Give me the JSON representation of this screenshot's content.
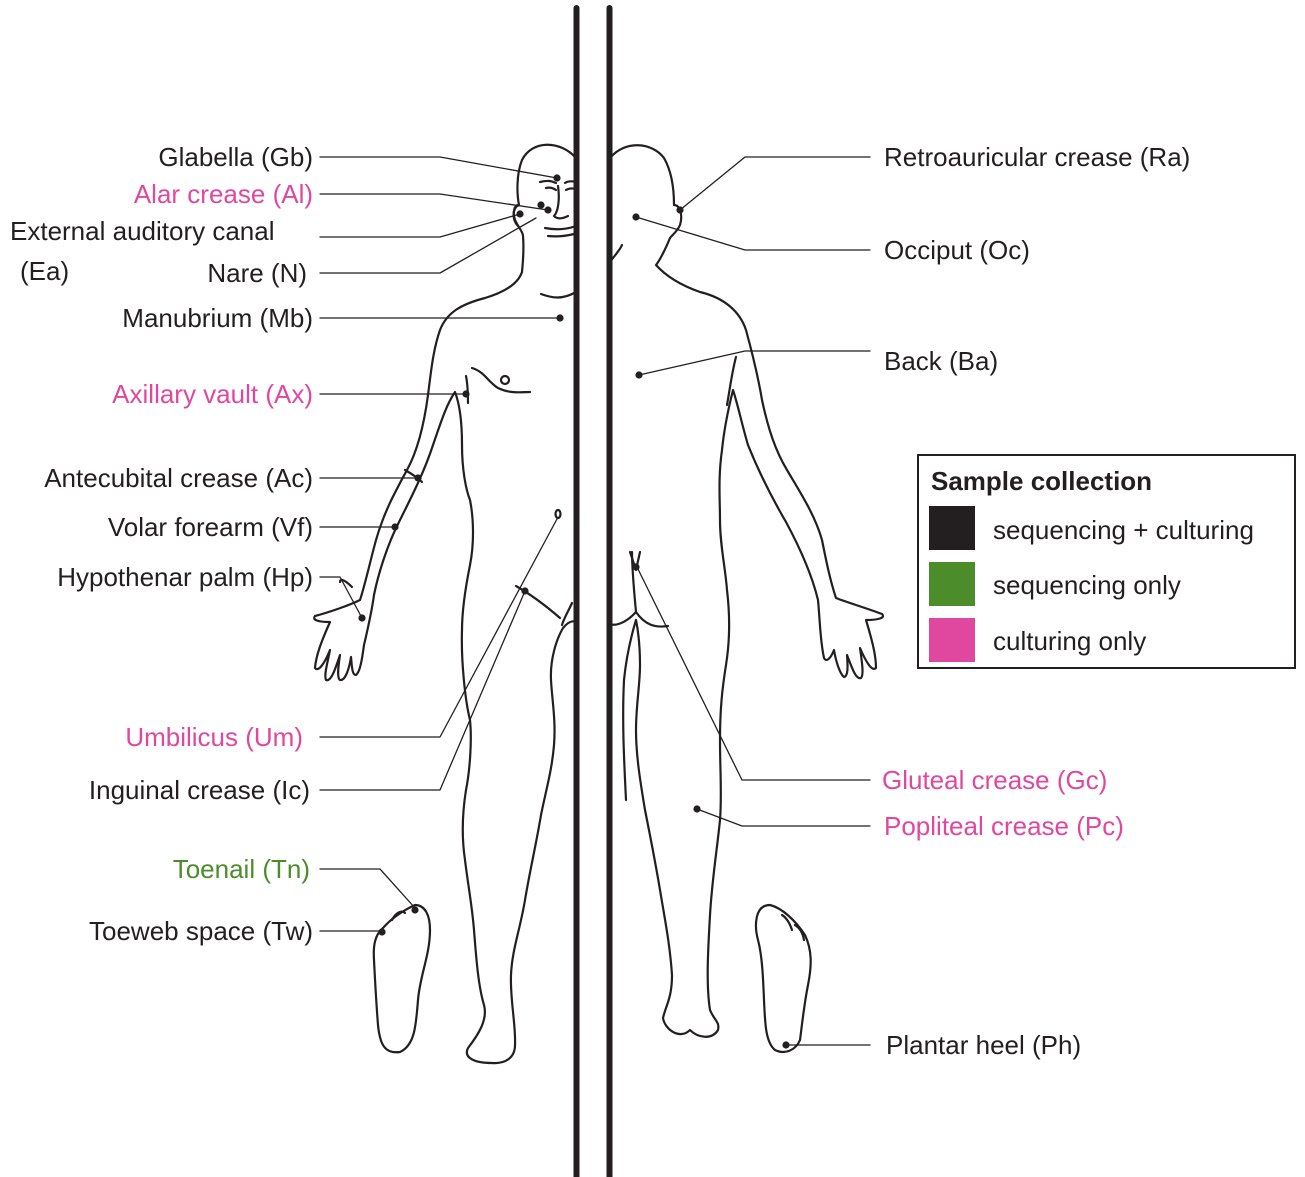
{
  "colors": {
    "both": "#231f20",
    "sequencing_only": "#4c8c2b",
    "culturing_only": "#e0479e",
    "outline": "#231f20"
  },
  "front_sites": {
    "glabella": {
      "label": "Glabella (Gb)",
      "collection": "both"
    },
    "alar_crease": {
      "label": "Alar crease (Al)",
      "collection": "culturing_only"
    },
    "external_auditory_canal": {
      "label": "External auditory canal",
      "label_line2": "(Ea)",
      "collection": "both"
    },
    "nare": {
      "label": "Nare (N)",
      "collection": "both"
    },
    "manubrium": {
      "label": "Manubrium (Mb)",
      "collection": "both"
    },
    "axillary_vault": {
      "label": "Axillary vault (Ax)",
      "collection": "culturing_only"
    },
    "antecubital_crease": {
      "label": "Antecubital crease (Ac)",
      "collection": "both"
    },
    "volar_forearm": {
      "label": "Volar forearm (Vf)",
      "collection": "both"
    },
    "hypothenar_palm": {
      "label": "Hypothenar palm (Hp)",
      "collection": "both"
    },
    "umbilicus": {
      "label": "Umbilicus (Um)",
      "collection": "culturing_only"
    },
    "inguinal_crease": {
      "label": "Inguinal crease (Ic)",
      "collection": "both"
    },
    "toenail": {
      "label": "Toenail (Tn)",
      "collection": "sequencing_only"
    },
    "toeweb_space": {
      "label": "Toeweb space (Tw)",
      "collection": "both"
    }
  },
  "back_sites": {
    "retroauricular_crease": {
      "label": "Retroauricular crease (Ra)",
      "collection": "both"
    },
    "occiput": {
      "label": "Occiput (Oc)",
      "collection": "both"
    },
    "back": {
      "label": "Back (Ba)",
      "collection": "both"
    },
    "gluteal_crease": {
      "label": "Gluteal crease (Gc)",
      "collection": "culturing_only"
    },
    "popliteal_crease": {
      "label": "Popliteal crease (Pc)",
      "collection": "culturing_only"
    },
    "plantar_heel": {
      "label": "Plantar heel (Ph)",
      "collection": "both"
    }
  },
  "legend": {
    "title": "Sample collection",
    "items": [
      {
        "label": "sequencing + culturing",
        "color_key": "both"
      },
      {
        "label": "sequencing only",
        "color_key": "sequencing_only"
      },
      {
        "label": "culturing only",
        "color_key": "culturing_only"
      }
    ]
  }
}
